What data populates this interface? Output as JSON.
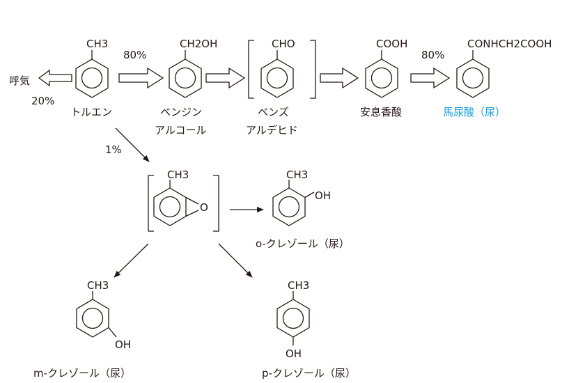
{
  "exhale": {
    "label": "呼気",
    "percent": "20%"
  },
  "toluene": {
    "group": "CH3",
    "name": "トルエン"
  },
  "pct_to_alcohol": "80%",
  "benzyl_alcohol": {
    "group": "CH2OH",
    "name_line1": "ベンジン",
    "name_line2": "アルコール"
  },
  "benzaldehyde": {
    "group": "CHO",
    "name_line1": "ベンズ",
    "name_line2": "アルデヒド"
  },
  "benzoic_acid": {
    "group": "COOH",
    "name": "安息香酸"
  },
  "pct_to_hippuric": "80%",
  "hippuric_acid": {
    "group": "CONHCH2COOH",
    "name": "馬尿酸（尿）",
    "color": "#1a9fd9"
  },
  "pct_to_epoxide": "1%",
  "epoxide": {
    "group": "CH3",
    "ring_atom": "O"
  },
  "o_cresol": {
    "group_top": "CH3",
    "group_side": "OH",
    "name": "o-クレゾール（尿）"
  },
  "m_cresol": {
    "group_top": "CH3",
    "group_side": "OH",
    "name": "m-クレゾール（尿）"
  },
  "p_cresol": {
    "group_top": "CH3",
    "group_bottom": "OH",
    "name": "p-クレゾール（尿）"
  }
}
